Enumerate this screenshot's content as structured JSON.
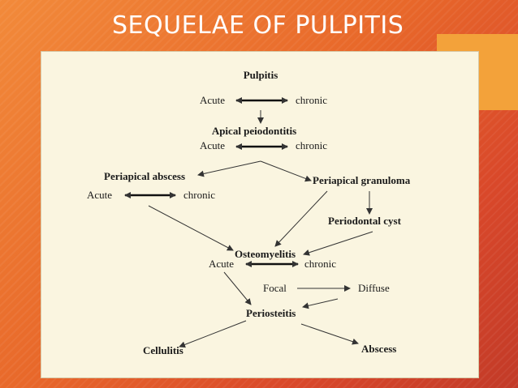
{
  "slide": {
    "title": "SEQUELAE OF PULPITIS",
    "colors": {
      "background": "#e8682a",
      "accent_block": "#f3a23a",
      "panel": "#faf5e0"
    }
  },
  "diagram": {
    "pulpitis": "Pulpitis",
    "pulpitis_acute": "Acute",
    "pulpitis_chronic": "chronic",
    "apical": "Apical peiodontitis",
    "apical_acute": "Acute",
    "apical_chronic": "chronic",
    "abscess": "Periapical abscess",
    "abscess_acute": "Acute",
    "abscess_chronic": "chronic",
    "granuloma": "Periapical granuloma",
    "cyst": "Periodontal cyst",
    "osteomyelitis": "Osteomyelitis",
    "osteo_acute": "Acute",
    "osteo_chronic": "chronic",
    "focal": "Focal",
    "diffuse": "Diffuse",
    "periosteitis": "Periosteitis",
    "cellulitis": "Cellulitis",
    "final_abscess": "Abscess"
  }
}
